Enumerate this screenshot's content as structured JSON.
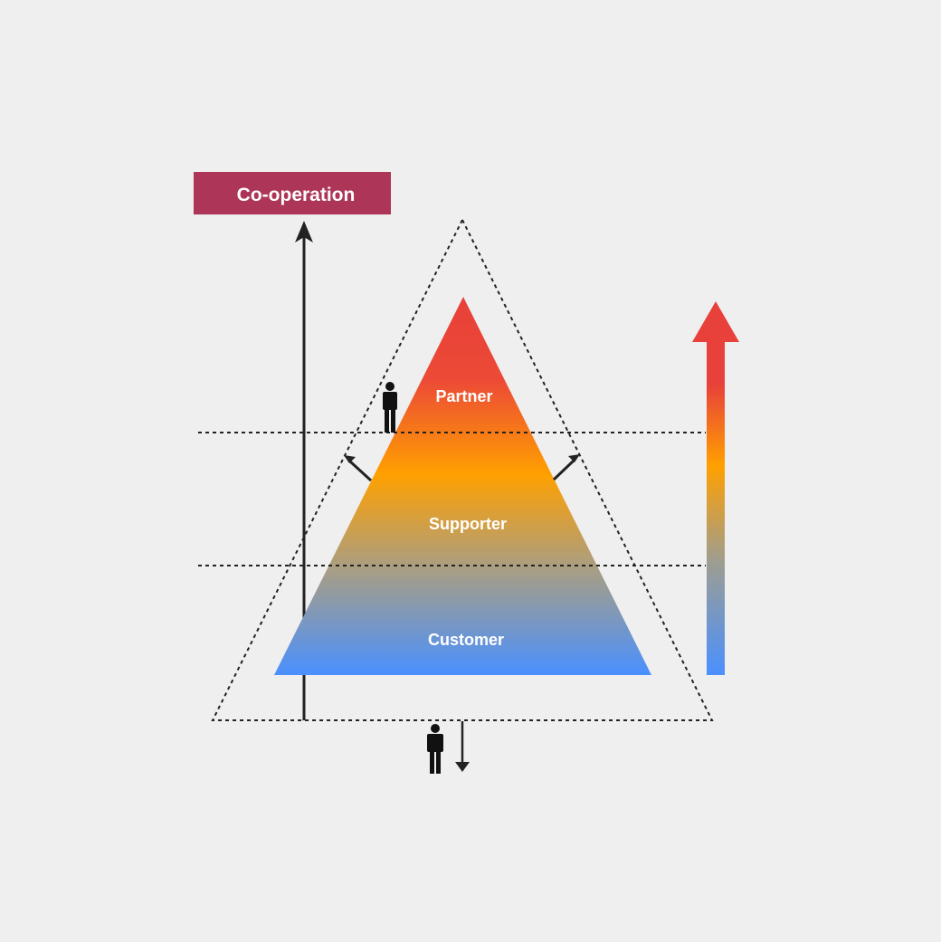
{
  "header_box": {
    "label": "Co-operation",
    "color": "#ac3558"
  },
  "tiers": [
    {
      "label": "Partner"
    },
    {
      "label": "Supporter"
    },
    {
      "label": "Customer"
    }
  ],
  "colors": {
    "background": "#efefef",
    "gradient_top": "#e8403a",
    "gradient_middle": "#ffa000",
    "gradient_mid_lower": "#a89e84",
    "gradient_bottom": "#4a90ff",
    "line": "#222222",
    "person": "#111111"
  },
  "icons": [
    "person-icon",
    "arrow-up-icon",
    "arrow-down-icon",
    "arrow-diagonal-icon"
  ]
}
